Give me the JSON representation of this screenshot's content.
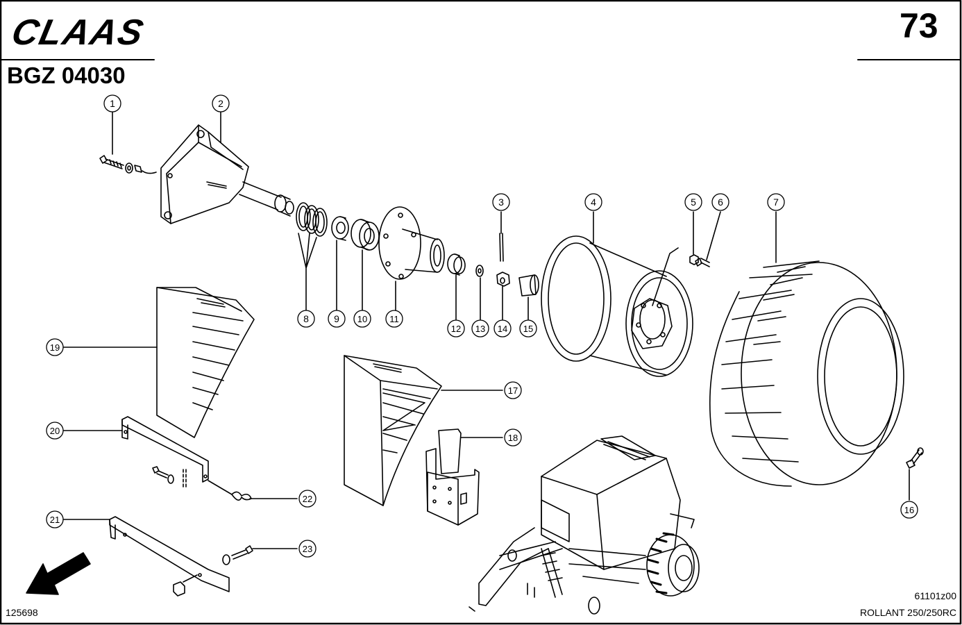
{
  "header": {
    "brand": "CLAAS",
    "page_number": "73",
    "drawing_code": "BGZ 04030"
  },
  "footer": {
    "bottom_left_code": "125698",
    "reference_code": "61101z00",
    "model": "ROLLANT 250/250RC"
  },
  "callouts": [
    "1",
    "2",
    "3",
    "4",
    "5",
    "6",
    "7",
    "8",
    "9",
    "10",
    "11",
    "12",
    "13",
    "14",
    "15",
    "16",
    "17",
    "18",
    "19",
    "20",
    "21",
    "22",
    "23"
  ],
  "icons": {
    "direction_arrow": "arrow-down-left-icon"
  }
}
